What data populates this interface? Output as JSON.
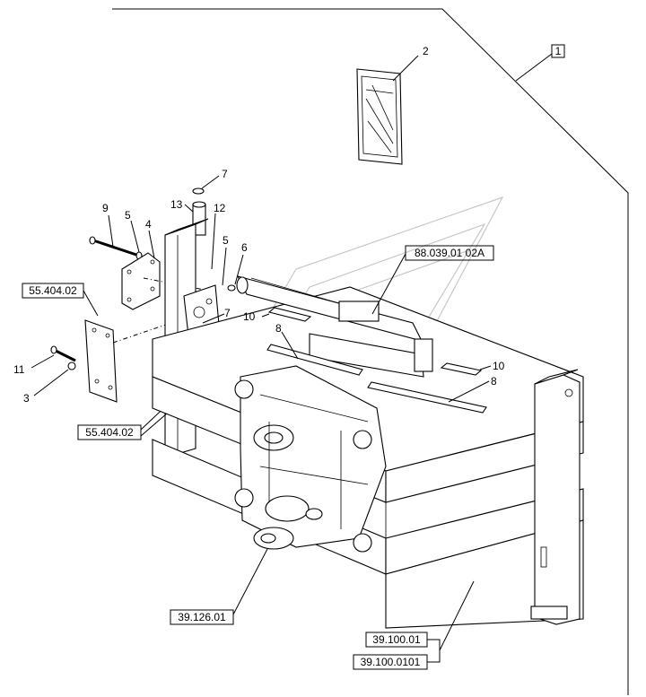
{
  "assembly_ref": "1",
  "callouts": {
    "c2": "2",
    "c3": "3",
    "c4": "4",
    "c5a": "5",
    "c5b": "5",
    "c6": "6",
    "c7a": "7",
    "c7b": "7",
    "c8a": "8",
    "c8b": "8",
    "c9": "9",
    "c10a": "10",
    "c10b": "10",
    "c11": "11",
    "c12": "12",
    "c13": "13"
  },
  "references": {
    "r_88039": "88.039.01 02A",
    "r_55404_top": "55.404.02",
    "r_55404_bottom": "55.404.02",
    "r_39126": "39.126.01",
    "r_39100": "39.100.01",
    "r_39100_0101": "39.100.0101"
  }
}
